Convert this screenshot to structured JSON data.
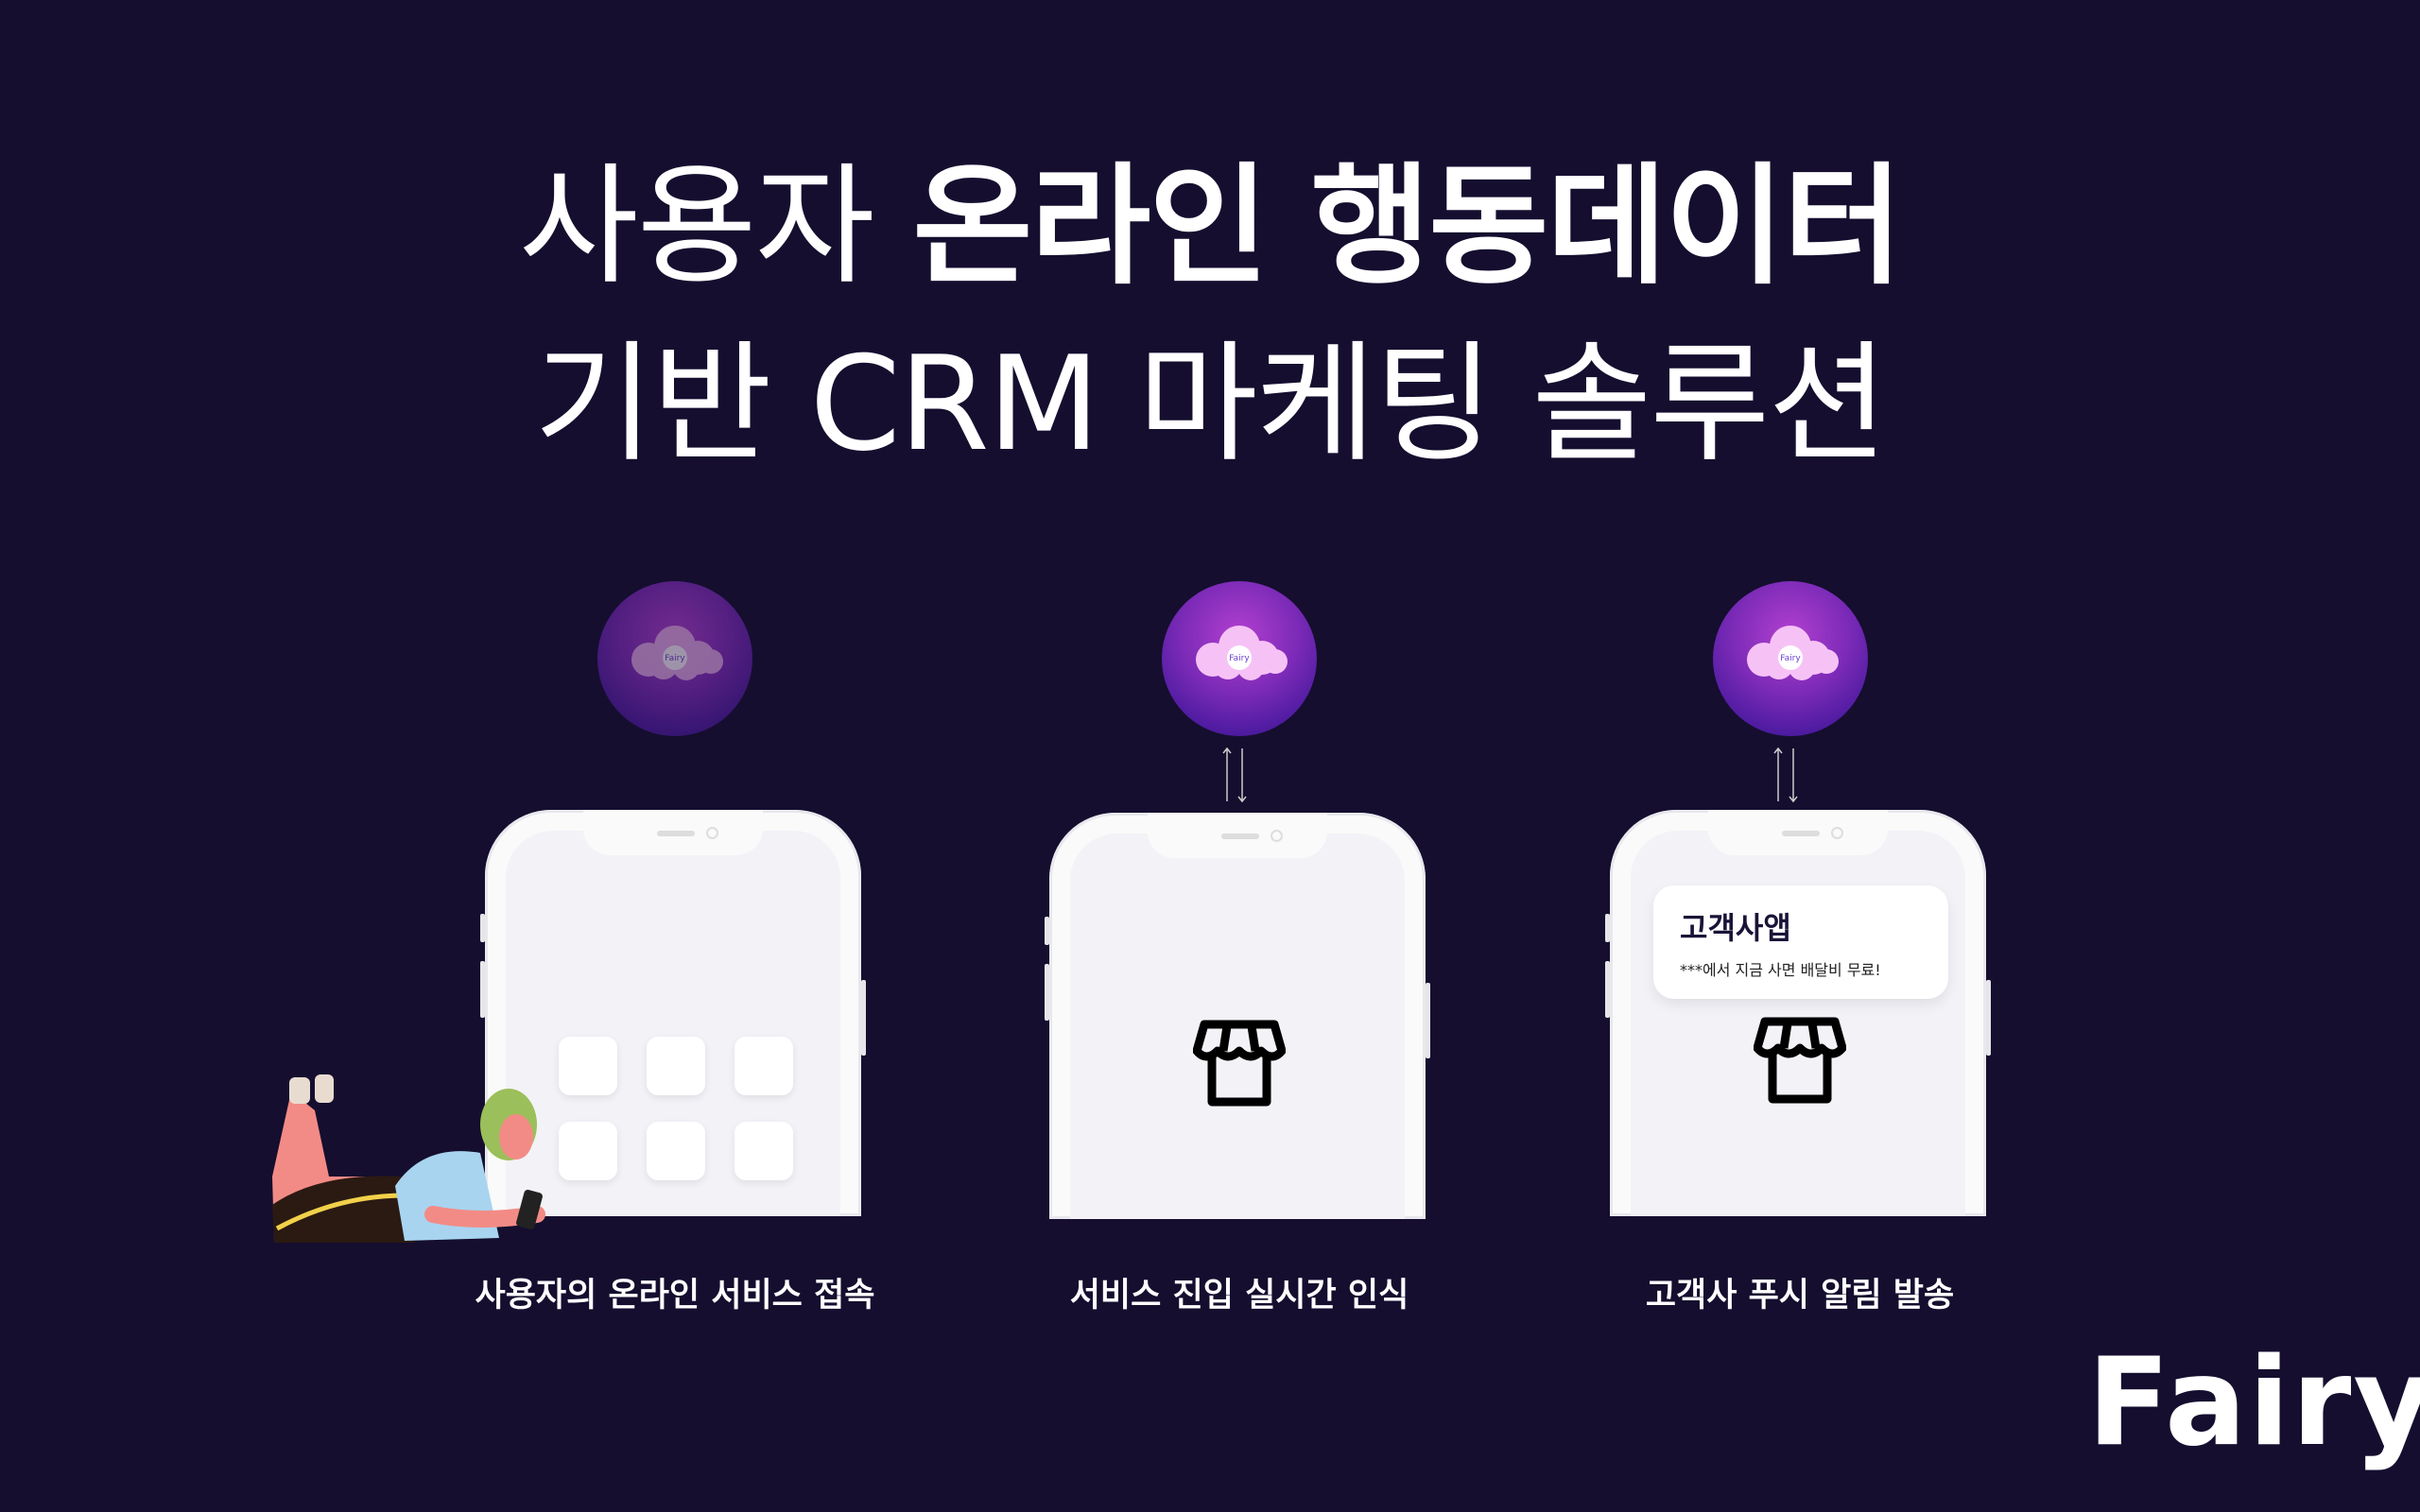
{
  "title": {
    "line1_regular": "사용자 ",
    "line1_bold": "온라인 행동데이터",
    "line2": "기반 CRM 마케팅 솔루션"
  },
  "orb_label": "Fairy",
  "steps": [
    {
      "caption": "사용자의 온라인 서비스 접속"
    },
    {
      "caption": "서비스 진입 실시간 인식"
    },
    {
      "caption": "고객사 푸시 알림 발송"
    }
  ],
  "notification": {
    "title": "고객사앱",
    "body": "***에서 지금 사면 배달비 무료!"
  },
  "logo": "Fairy",
  "colors": {
    "background": "#150e2f",
    "orb": "#7d2bb8"
  }
}
